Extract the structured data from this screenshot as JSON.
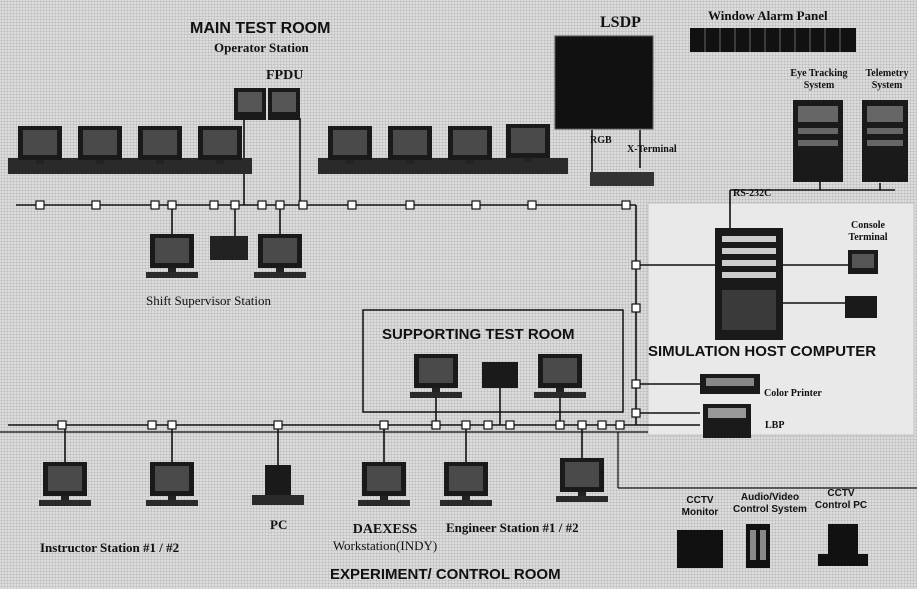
{
  "rooms": {
    "main_test_room": "MAIN TEST ROOM",
    "supporting_test_room": "SUPPORTING TEST ROOM",
    "experiment_control_room": "EXPERIMENT/ CONTROL ROOM",
    "simulation_host_computer": "SIMULATION HOST COMPUTER"
  },
  "labels": {
    "operator_station": "Operator Station",
    "fpdu": "FPDU",
    "lsdp": "LSDP",
    "window_alarm_panel": "Window Alarm Panel",
    "eye_tracking_system": "Eye Tracking System",
    "telemetry_system": "Telemetry System",
    "rgb": "RGB",
    "x_terminal": "X-Terminal",
    "rs232c": "RS-232C",
    "console_terminal": "Console Terminal",
    "shift_supervisor_station": "Shift Supervisor Station",
    "color_printer": "Color Printer",
    "lbp": "LBP",
    "instructor_station": "Instructor Station #1 / #2",
    "pc": "PC",
    "daexess_workstation_line1": "DAEXESS",
    "daexess_workstation_line2": "Workstation(INDY)",
    "engineer_station": "Engineer Station #1 / #2",
    "cctv_monitor": "CCTV Monitor",
    "av_control_system": "Audio/Video Control System",
    "cctv_control_pc": "CCTV Control PC"
  }
}
